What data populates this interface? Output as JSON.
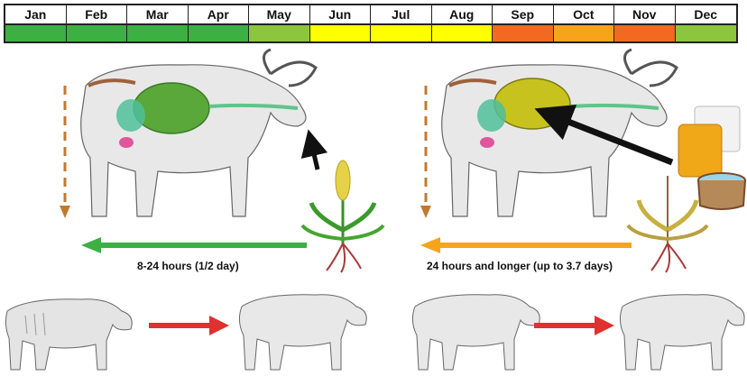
{
  "months": [
    {
      "label": "Jan",
      "color": "#3cb043"
    },
    {
      "label": "Feb",
      "color": "#3cb043"
    },
    {
      "label": "Mar",
      "color": "#3cb043"
    },
    {
      "label": "Apr",
      "color": "#3cb043"
    },
    {
      "label": "May",
      "color": "#8cc63f"
    },
    {
      "label": "Jun",
      "color": "#ffff00"
    },
    {
      "label": "Jul",
      "color": "#ffff00"
    },
    {
      "label": "Aug",
      "color": "#ffff00"
    },
    {
      "label": "Sep",
      "color": "#f26a21"
    },
    {
      "label": "Oct",
      "color": "#f7a31c"
    },
    {
      "label": "Nov",
      "color": "#f26a21"
    },
    {
      "label": "Dec",
      "color": "#8cc63f"
    }
  ],
  "left_panel": {
    "caption": "8-24 hours (1/2 day)",
    "arrow_color": "#3cb043",
    "rumen_color": "#5aa83a"
  },
  "right_panel": {
    "caption": "24 hours and longer (up to 3.7 days)",
    "arrow_color": "#f7a31c",
    "rumen_color": "#c8c21e"
  },
  "condition_arrow_color": "#e03131",
  "icons": [
    "buffalo-illustration",
    "fresh-grass-plant",
    "dry-grass-plant",
    "feed-supplement-block",
    "water-trough"
  ]
}
